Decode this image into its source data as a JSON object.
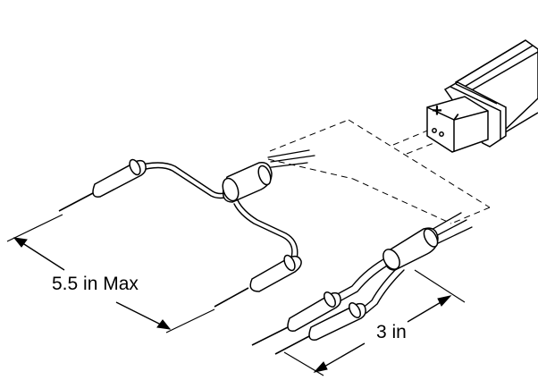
{
  "diagram": {
    "dimensions": [
      {
        "id": "max-length",
        "label": "5.5 in Max"
      },
      {
        "id": "lead-length",
        "label": "3 in"
      }
    ],
    "connector": {
      "polarity_plus": "+",
      "polarity_minus": "–"
    }
  }
}
